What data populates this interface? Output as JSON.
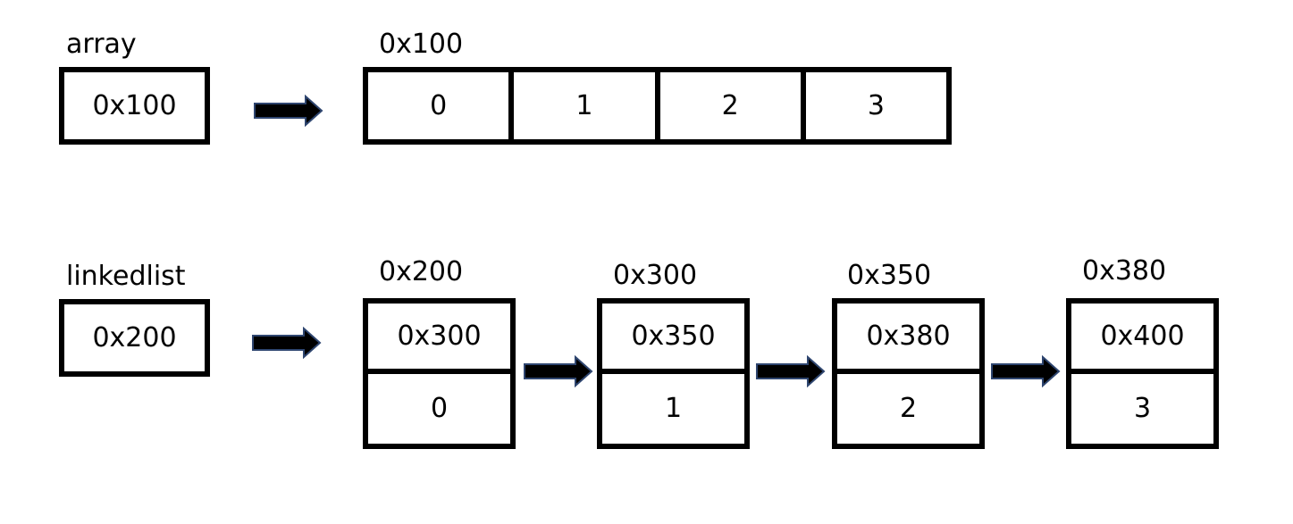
{
  "array": {
    "title": "array",
    "pointer_value": "0x100",
    "block_address": "0x100",
    "elements": [
      "0",
      "1",
      "2",
      "3"
    ]
  },
  "linkedlist": {
    "title": "linkedlist",
    "pointer_value": "0x200",
    "nodes": [
      {
        "address": "0x200",
        "next": "0x300",
        "value": "0"
      },
      {
        "address": "0x300",
        "next": "0x350",
        "value": "1"
      },
      {
        "address": "0x350",
        "next": "0x380",
        "value": "2"
      },
      {
        "address": "0x380",
        "next": "0x400",
        "value": "3"
      }
    ]
  },
  "colors": {
    "arrow_fill": "#000000",
    "arrow_outline": "#2f4670",
    "border": "#000000"
  },
  "icons": {
    "arrow": "right-arrow-icon"
  }
}
